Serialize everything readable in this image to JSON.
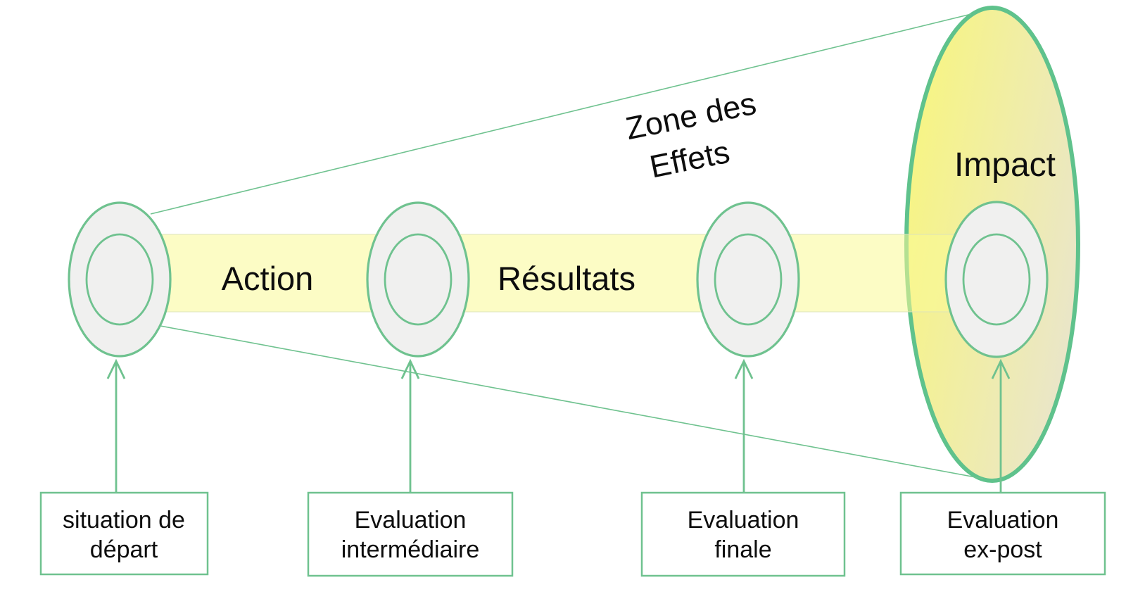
{
  "zone": {
    "line1": "Zone des",
    "line2": "Effets"
  },
  "band": {
    "action": "Action",
    "resultats": "Résultats"
  },
  "impact": {
    "label": "Impact"
  },
  "boxes": [
    {
      "line1": "situation de",
      "line2": "départ"
    },
    {
      "line1": "Evaluation",
      "line2": "intermédiaire"
    },
    {
      "line1": "Evaluation",
      "line2": "finale"
    },
    {
      "line1": "Evaluation",
      "line2": "ex-post"
    }
  ],
  "colors": {
    "green": "#6FC28F",
    "green_bold": "#5FC28C",
    "ellipse_fill": "#F0F0EF",
    "band_fill": "#FAFA96",
    "band_edge": "#DDE3B9",
    "impact_grad_start": "#F8F67D",
    "impact_grad_end": "#EAE6C8",
    "text": "#0D0D0D"
  }
}
